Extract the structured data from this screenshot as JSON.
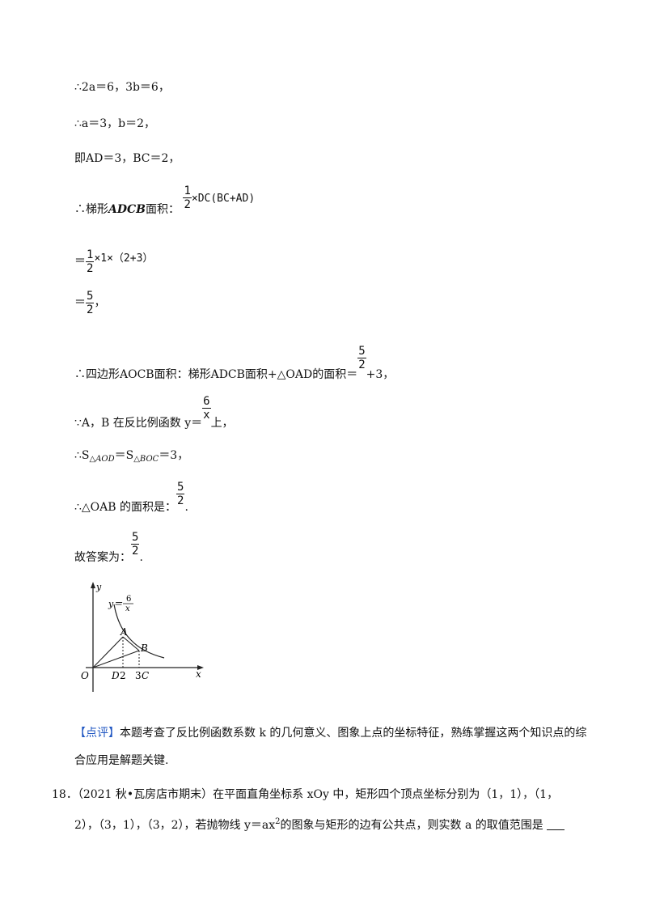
{
  "lines": {
    "l1": "∴2a＝6，3b＝6，",
    "l2": "∴a＝3，b＝2，",
    "l3": "即AD＝3，BC＝2，",
    "l4_prefix": "∴梯形",
    "l4_name": "ADCB",
    "l4_suffix": "面积：",
    "l4_frac_num": "1",
    "l4_frac_den": "2",
    "l4_expr": "×DC(BC+AD)",
    "l5_eq": "＝",
    "l5_frac_num": "1",
    "l5_frac_den": "2",
    "l5_expr": "×1×（2+3）",
    "l6_eq": "＝",
    "l6_frac_num": "5",
    "l6_frac_den": "2",
    "l6_tail": "，",
    "l7_text": "∴四边形AOCB面积：梯形ADCB面积+△OAD的面积＝",
    "l7_frac_num": "5",
    "l7_frac_den": "2",
    "l7_tail": "+3，",
    "l8_text": "∵A，B 在反比例函数 y＝",
    "l8_frac_num": "6",
    "l8_frac_den": "x",
    "l8_tail": "上，",
    "l9_s1": "∴S",
    "l9_sub1": "△AOD",
    "l9_s2": "＝S",
    "l9_sub2": "△BOC",
    "l9_tail": "＝3，",
    "l10_text": "∴△OAB 的面积是：",
    "l10_frac_num": "5",
    "l10_frac_den": "2",
    "l10_tail": ".",
    "l11_text": "故答案为：",
    "l11_frac_num": "5",
    "l11_frac_den": "2",
    "l11_tail": "."
  },
  "graph": {
    "y_axis": "y",
    "x_axis": "x",
    "func_lhs": "y＝",
    "func_num": "6",
    "func_den": "x",
    "origin": "O",
    "point_a": "A",
    "point_b": "B",
    "point_d": "D",
    "point_c": "C",
    "tick_2": "2",
    "tick_3": "3"
  },
  "comment": {
    "tag": "【点评】",
    "line1": "本题考查了反比例函数系数 k 的几何意义、图象上点的坐标特征，熟练掌握这两个知识点的综",
    "line2": "合应用是解题关键."
  },
  "problem18": {
    "number": "18．",
    "line1": "（2021 秋•瓦房店市期末）在平面直角坐标系 xOy 中，矩形四个顶点坐标分别为（1，1），（1，",
    "line2_pre": "2），（3，1），（3，2），若抛物线 y＝ax",
    "line2_sup": "2",
    "line2_post": "的图象与矩形的边有公共点，则实数 a 的取值范围是"
  }
}
